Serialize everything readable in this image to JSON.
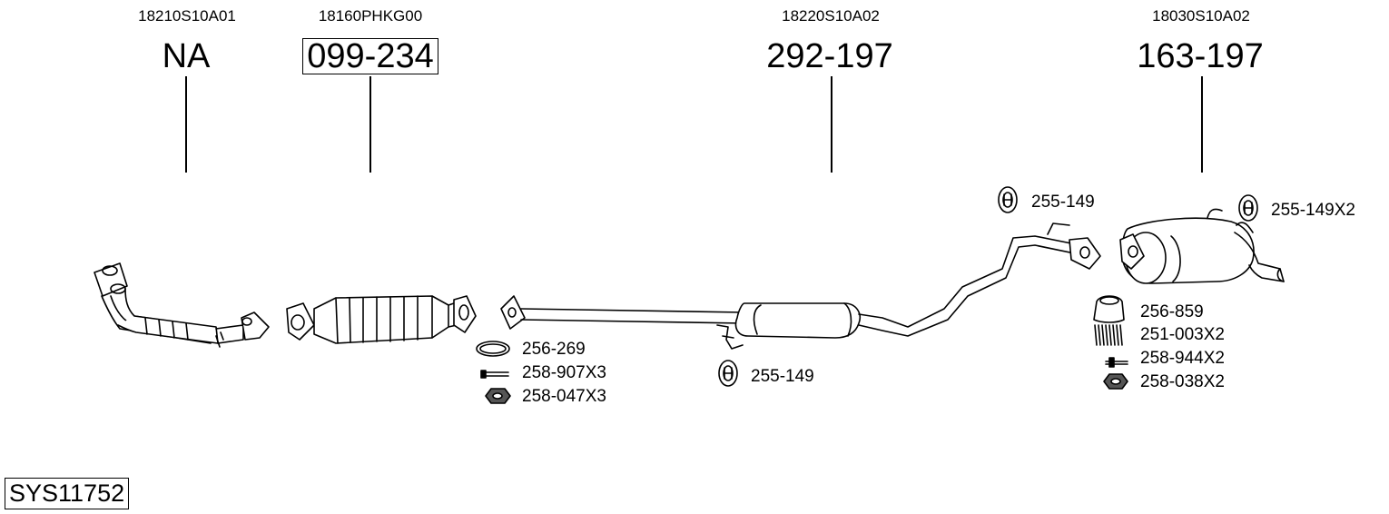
{
  "parts": [
    {
      "oe": "18210S10A01",
      "code": "NA",
      "boxed": false
    },
    {
      "oe": "18160PHKG00",
      "code": "099-234",
      "boxed": true
    },
    {
      "oe": "18220S10A02",
      "code": "292-197",
      "boxed": false
    },
    {
      "oe": "18030S10A02",
      "code": "163-197",
      "boxed": false
    }
  ],
  "accessories": [
    {
      "code": "255-149",
      "icon": "rubber-hanger-icon"
    },
    {
      "code": "255-149X2",
      "icon": "rubber-hanger-icon"
    },
    {
      "code": "256-269",
      "icon": "gasket-ring-icon"
    },
    {
      "code": "258-907X3",
      "icon": "bolt-icon"
    },
    {
      "code": "258-047X3",
      "icon": "nut-icon"
    },
    {
      "code": "255-149",
      "icon": "rubber-hanger-icon"
    },
    {
      "code": "256-859",
      "icon": "sealing-ring-icon"
    },
    {
      "code": "251-003X2",
      "icon": "spring-icon"
    },
    {
      "code": "258-944X2",
      "icon": "bolt-icon"
    },
    {
      "code": "258-038X2",
      "icon": "nut-icon"
    }
  ],
  "system_code": "SYS11752"
}
